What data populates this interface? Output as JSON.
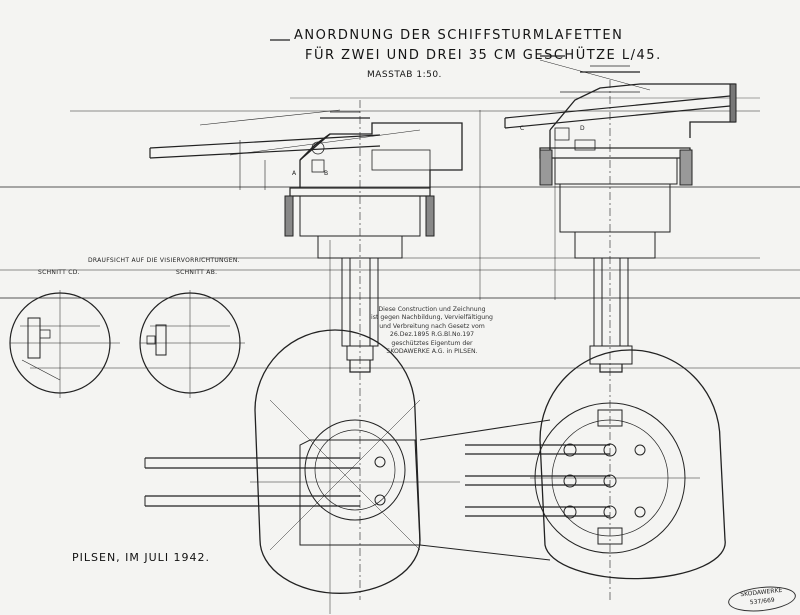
{
  "title": {
    "line1": "ANORDNUNG DER SCHIFFSTURMLAFETTEN",
    "line2": "FÜR ZWEI UND DREI 35 CM GESCHÜTZE L/45.",
    "scale": "MASSTAB 1:50."
  },
  "plan_views": {
    "heading": "DRAUFSICHT AUF DIE VISIERVORRICHTUNGEN.",
    "section_cd": "SCHNITT CD.",
    "section_ab": "SCHNITT AB."
  },
  "section_markers": [
    "A",
    "B",
    "C",
    "D"
  ],
  "stamp": {
    "lines": [
      "Diese Construction und Zeichnung",
      "ist gegen Nachbildung, Vervielfältigung",
      "und Verbreitung nach Gesetz vom",
      "26.Dez.1895 R.G.Bl.No.197",
      "geschütztes Eigentum der",
      "SKODAWERKE A.G. in PILSEN."
    ]
  },
  "footer": "PILSEN, IM JULI 1942.",
  "archive_stamp": {
    "line1": "SKODAWERKE",
    "line2": "537/669"
  }
}
